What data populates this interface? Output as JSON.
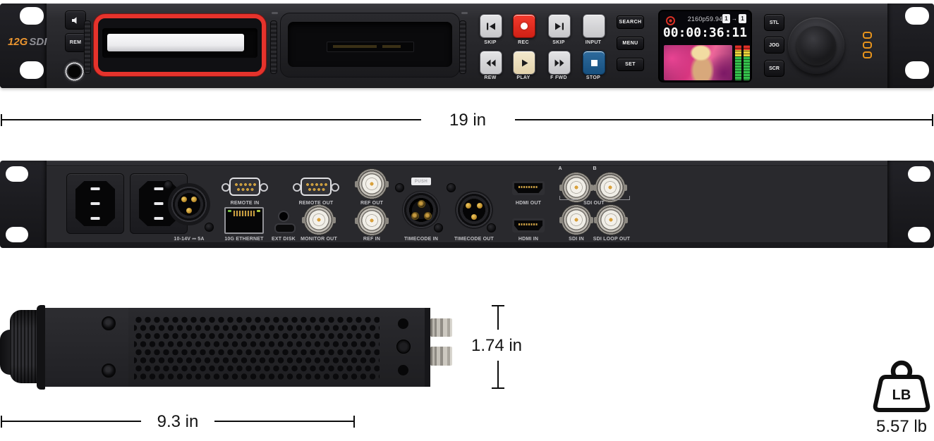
{
  "product": {
    "badge_12g": "12G",
    "badge_sdi": "SDI"
  },
  "front": {
    "rem": "REM",
    "skip_back": "SKIP",
    "rec": "REC",
    "skip_fwd": "SKIP",
    "input": "INPUT",
    "rew": "REW",
    "play": "PLAY",
    "ffwd": "F FWD",
    "stop": "STOP",
    "search": "SEARCH",
    "menu": "MENU",
    "set": "SET",
    "stl": "STL",
    "jog": "JOG",
    "scr": "SCR",
    "lcd": {
      "format": "2160p59.94",
      "timecode": "00:00:36:11",
      "slot_from": "1",
      "slot_to": "1",
      "slot_arrow": "→"
    }
  },
  "rear": {
    "power": "10-14V ⎓ 5A",
    "ethernet": "10G ETHERNET",
    "ext_disk": "EXT DISK",
    "remote_in": "REMOTE IN",
    "remote_out": "REMOTE OUT",
    "monitor_out": "MONITOR OUT",
    "ref_out": "REF OUT",
    "ref_in": "REF IN",
    "timecode_in": "TIMECODE IN",
    "timecode_out": "TIMECODE OUT",
    "push": "PUSH",
    "hdmi_out": "HDMI OUT",
    "hdmi_in": "HDMI IN",
    "sdi_out": "SDI OUT",
    "sdi_a": "A",
    "sdi_b": "B",
    "sdi_in": "SDI IN",
    "sdi_loop_out": "SDI LOOP OUT"
  },
  "dimensions": {
    "width": "19 in",
    "height": "1.74 in",
    "depth": "9.3 in",
    "weight": "5.57 lb",
    "weight_unit": "LB"
  },
  "colors": {
    "accent_red": "#e5332c",
    "rec_red": "#e8281e",
    "stop_blue": "#1d5a8a",
    "play_cream": "#f2e7cb",
    "indicator_orange": "#e8941c"
  }
}
